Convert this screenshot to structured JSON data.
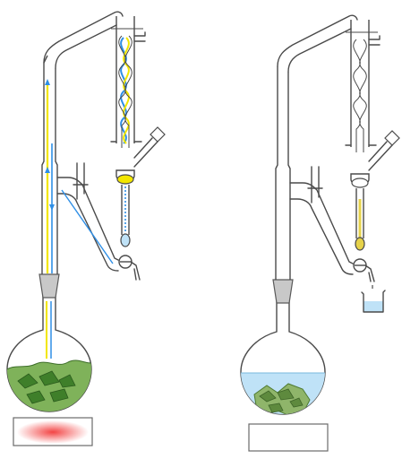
{
  "diagram": {
    "apparatus": [
      {
        "id": "left",
        "state": "heating",
        "icons": [
          "round-bottom-flask",
          "plant-material",
          "vapour-riser",
          "condenser",
          "side-return-tube",
          "stopcock",
          "heating-mantle"
        ],
        "colors": {
          "vapour": "#f2e600",
          "condensate": "#2f8fe6",
          "plant": "#5a9a3a",
          "heater_glow": "#f23a3a",
          "joint": "#c8c8c8"
        }
      },
      {
        "id": "right",
        "state": "collecting",
        "icons": [
          "round-bottom-flask",
          "water-layer",
          "plant-material",
          "condenser",
          "stopcock",
          "collecting-beaker",
          "heating-mantle"
        ],
        "colors": {
          "water": "#bfe2f7",
          "oil": "#e6d24a",
          "plant": "#7a9e4a",
          "joint": "#c8c8c8"
        }
      }
    ]
  }
}
